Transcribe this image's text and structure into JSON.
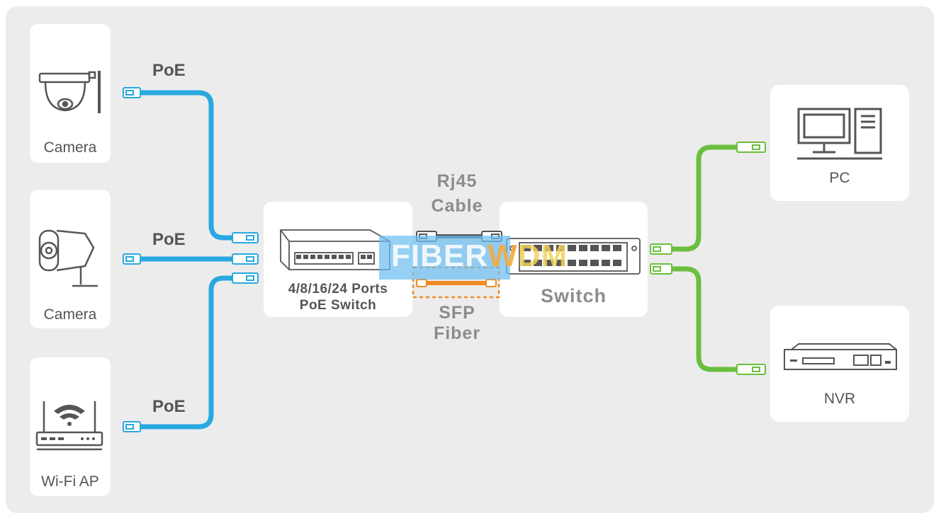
{
  "colors": {
    "poe_cable": "#29a8e0",
    "lan_cable": "#6bbf3f",
    "rj45_cable": "#555555",
    "sfp_fiber": "#f08a24",
    "sfp_box_border": "#f08a24",
    "panel_bg": "#ececed",
    "card_bg": "#ffffff"
  },
  "devices": {
    "camera_top": {
      "label": "Camera",
      "icon": "dome-camera-icon"
    },
    "camera_mid": {
      "label": "Camera",
      "icon": "bullet-camera-icon"
    },
    "wifi_ap": {
      "label": "Wi-Fi AP",
      "icon": "wifi-router-icon"
    },
    "poe_switch": {
      "label_line1": "4/8/16/24 Ports",
      "label_line2": "PoE Switch",
      "icon": "poe-switch-icon"
    },
    "switch": {
      "label": "Switch",
      "icon": "network-switch-icon"
    },
    "pc": {
      "label": "PC",
      "icon": "desktop-pc-icon"
    },
    "nvr": {
      "label": "NVR",
      "icon": "nvr-recorder-icon"
    }
  },
  "links": {
    "poe_top": "PoE",
    "poe_mid": "PoE",
    "poe_bottom": "PoE",
    "rj45_line1": "Rj45",
    "rj45_line2": "Cable",
    "sfp_line1": "SFP",
    "sfp_line2": "Fiber"
  },
  "watermark": {
    "part1": "FIBER",
    "part2": "W",
    "part3": "DM"
  }
}
